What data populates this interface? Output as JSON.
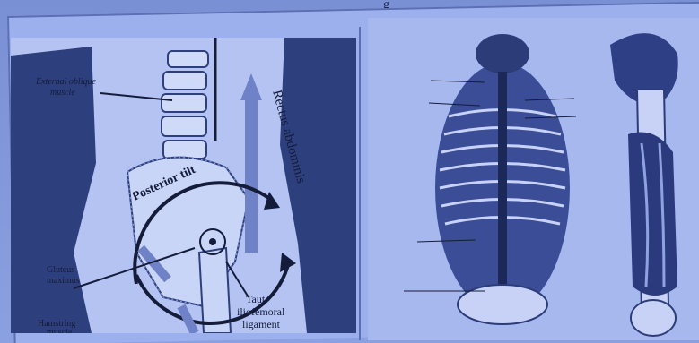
{
  "slide": {
    "top_fragment": "g",
    "left_panel": {
      "labels": {
        "external_oblique": [
          "External oblique",
          "muscle"
        ],
        "rectus_abdominis": "Rectus abdominis",
        "posterior_tilt": "Posterior tilt",
        "gluteus_maximus": [
          "Gluteus",
          "maximus"
        ],
        "hamstring": [
          "Hamstring",
          "muscle"
        ],
        "taut_ligament": [
          "Taut",
          "iliofemoral",
          "ligament"
        ]
      }
    },
    "right_panel": {
      "illustrations": [
        "back-muscles-illustration",
        "hip-femur-muscles-illustration"
      ]
    }
  },
  "colors": {
    "background": "#7f96d6",
    "ink": "#141c3a",
    "dark_tissue": "#2c3c78",
    "bone": "#b8c6f0"
  }
}
